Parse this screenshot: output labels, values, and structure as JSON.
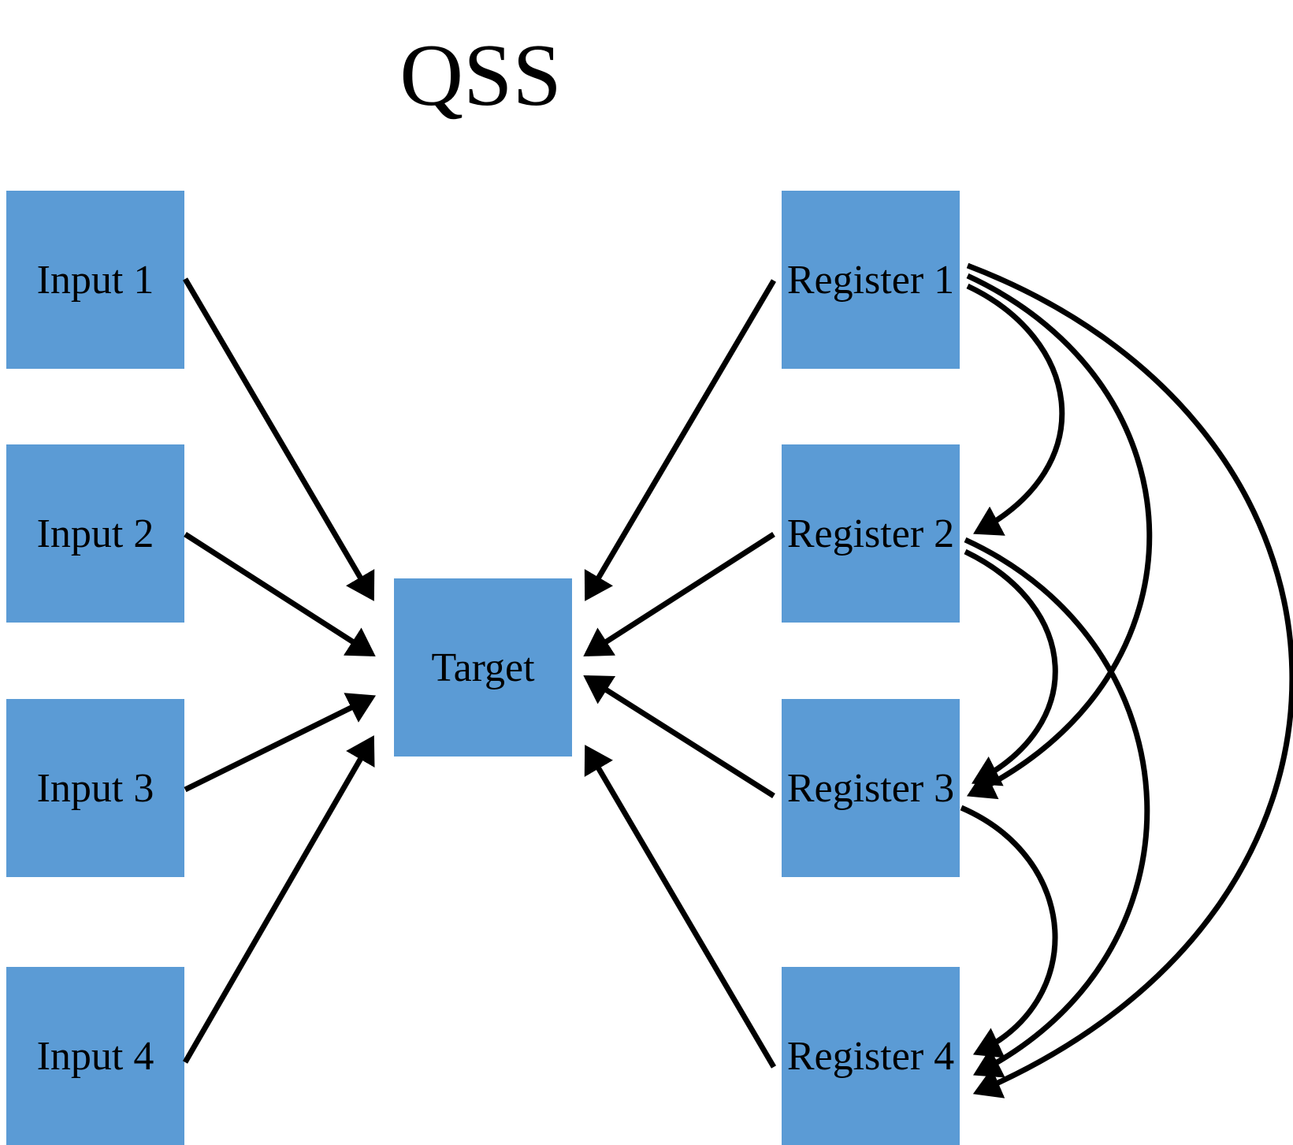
{
  "title": "QSS",
  "colors": {
    "box_fill": "#5b9bd5",
    "edge": "#000000"
  },
  "nodes": {
    "inputs": [
      {
        "label": "Input 1"
      },
      {
        "label": "Input 2"
      },
      {
        "label": "Input 3"
      },
      {
        "label": "Input 4"
      }
    ],
    "target": {
      "label": "Target"
    },
    "registers": [
      {
        "label": "Register 1"
      },
      {
        "label": "Register 2"
      },
      {
        "label": "Register 3"
      },
      {
        "label": "Register 4"
      }
    ]
  },
  "edges": [
    {
      "from": "Input 1",
      "to": "Target"
    },
    {
      "from": "Input 2",
      "to": "Target"
    },
    {
      "from": "Input 3",
      "to": "Target"
    },
    {
      "from": "Input 4",
      "to": "Target"
    },
    {
      "from": "Register 1",
      "to": "Target"
    },
    {
      "from": "Register 2",
      "to": "Target"
    },
    {
      "from": "Register 3",
      "to": "Target"
    },
    {
      "from": "Register 4",
      "to": "Target"
    },
    {
      "from": "Register 1",
      "to": "Register 2"
    },
    {
      "from": "Register 1",
      "to": "Register 3"
    },
    {
      "from": "Register 1",
      "to": "Register 4"
    },
    {
      "from": "Register 2",
      "to": "Register 3"
    },
    {
      "from": "Register 2",
      "to": "Register 4"
    },
    {
      "from": "Register 3",
      "to": "Register 4"
    }
  ]
}
